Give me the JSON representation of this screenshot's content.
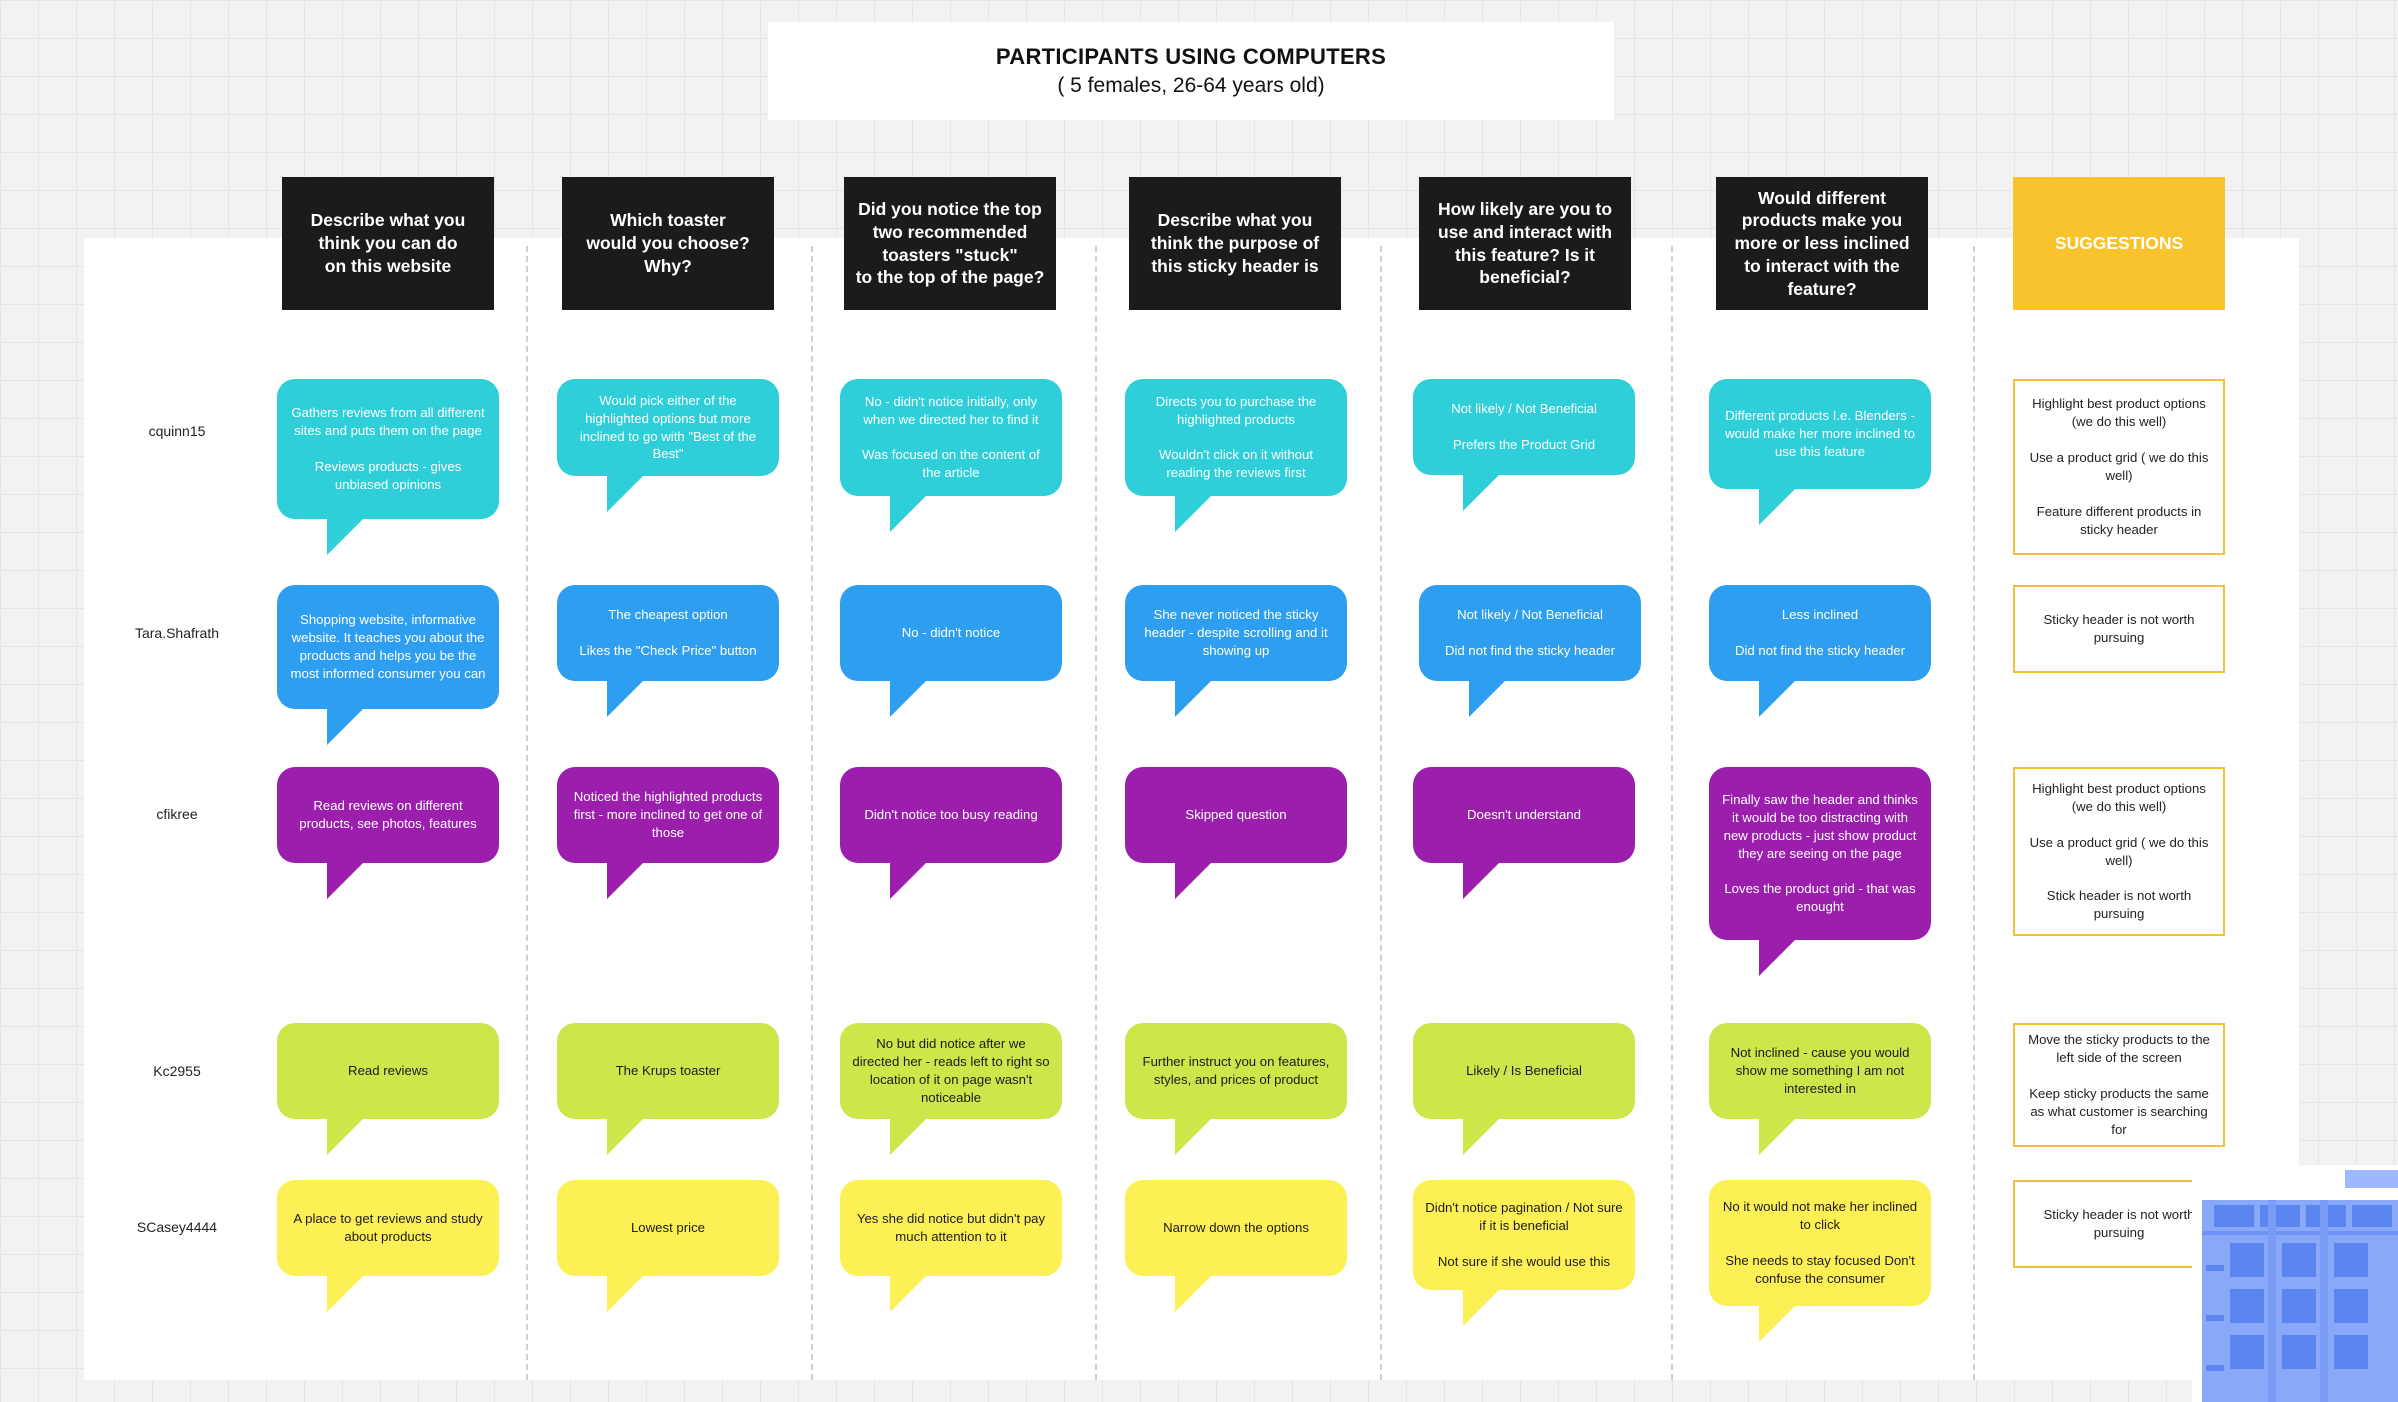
{
  "title": {
    "main": "PARTICIPANTS USING COMPUTERS",
    "sub": "( 5 females, 26-64 years old)"
  },
  "colors": {
    "row1": "#2ecfd9",
    "row2": "#2e9ff0",
    "row3": "#9b1fac",
    "row4": "#cde64a",
    "row5": "#fdf055",
    "suggestions": "#f9c32e"
  },
  "questions": [
    "Describe what you\nthink you can do\non this website",
    "Which toaster\nwould you choose?\nWhy?",
    "Did you notice the top\ntwo recommended\ntoasters \"stuck\"\nto the top of the page?",
    "Describe what you\nthink the purpose of\nthis sticky header is",
    "How likely are you to\nuse and interact with\nthis feature? Is it\nbeneficial?",
    "Would different\nproducts make you\nmore or less inclined\nto interact with the\nfeature?",
    "SUGGESTIONS"
  ],
  "participants": [
    "cquinn15",
    "Tara.Shafrath",
    "cfikree",
    "Kc2955",
    "SCasey4444"
  ],
  "responses": [
    [
      "Gathers reviews from all different sites and puts them on the page\n\nReviews products - gives unbiased opinions",
      "Would pick either of the highlighted options but more inclined to go with \"Best of the Best\"",
      "No - didn't notice initially, only when we directed her to find it\n\nWas focused on the content of the article",
      "Directs you to purchase the highlighted products\n\nWouldn't click on it without reading the reviews first",
      "Not likely  /  Not Beneficial\n\nPrefers the Product Grid",
      "Different products I.e. Blenders - would make her more inclined to use this feature"
    ],
    [
      "Shopping website, informative website. It teaches you about the products and helps you be the most informed consumer you can",
      "The cheapest option\n\nLikes the \"Check Price\" button",
      "No - didn't notice",
      "She never noticed the sticky header - despite scrolling and it showing up",
      "Not likely  /  Not Beneficial\n\nDid not find the sticky header",
      "Less inclined\n\nDid not find the sticky header"
    ],
    [
      "Read reviews on different products, see photos, features",
      "Noticed the highlighted products first - more inclined to get one of those",
      "Didn't notice too busy reading",
      "Skipped question",
      "Doesn't understand",
      "Finally saw the header and thinks it would be too distracting with new products - just show product they are seeing on the page\n\nLoves the product grid - that was enought"
    ],
    [
      "Read reviews",
      "The Krups toaster",
      "No but did notice after we directed her - reads left to right so location of it on page wasn't noticeable",
      "Further instruct you on features, styles, and prices of product",
      "Likely  /  Is Beneficial",
      "Not inclined - cause you would show me something I am not interested in"
    ],
    [
      "A place to get reviews and study about products",
      "Lowest price",
      "Yes she did notice but didn't pay much attention to it",
      "Narrow down the options",
      "Didn't notice pagination / Not sure if it is beneficial\n\nNot sure if she would use this",
      "No it would not make her inclined to click\n\nShe needs to stay focused Don't confuse the consumer"
    ]
  ],
  "suggestions": [
    "Highlight best product options (we do this well)\n\nUse a product grid ( we do this well)\n\nFeature different products in sticky header",
    "Sticky header is not worth pursuing",
    "Highlight best product options (we do this well)\n\nUse a product grid ( we do this well)\n\nStick header is not worth pursuing",
    "Move the sticky products to the left side of the screen\n\nKeep sticky products the same as what customer is searching for",
    "Sticky header is not worth pursuing"
  ]
}
